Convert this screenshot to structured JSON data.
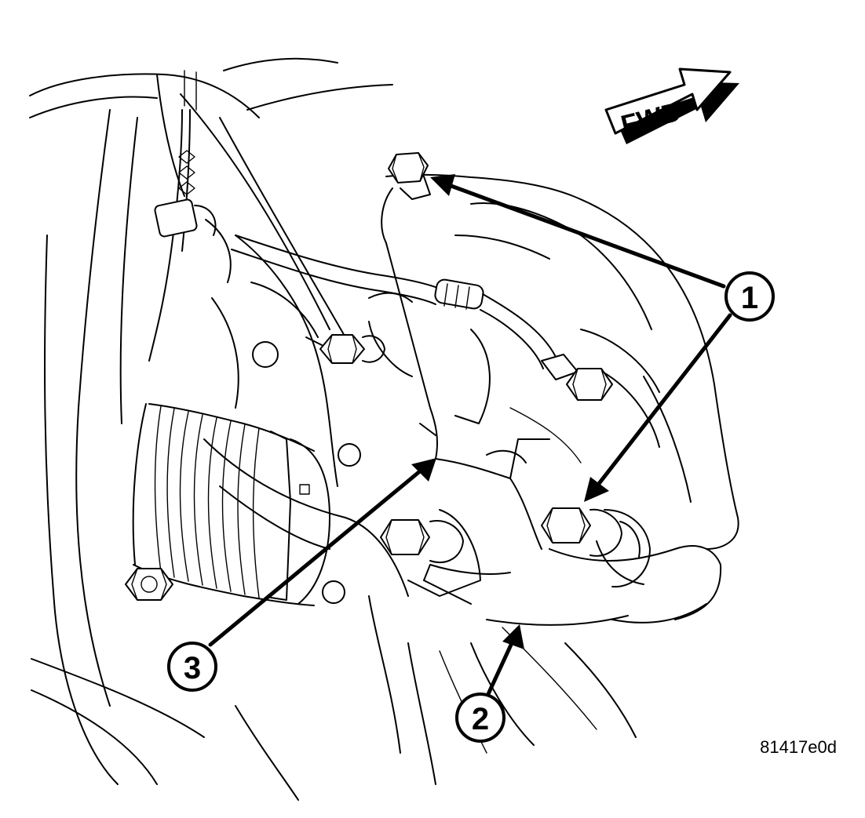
{
  "fwd_label": "FWD",
  "figure_id": "81417e0d",
  "callouts": [
    {
      "num": "1"
    },
    {
      "num": "1"
    },
    {
      "num": "2"
    },
    {
      "num": "3"
    }
  ]
}
